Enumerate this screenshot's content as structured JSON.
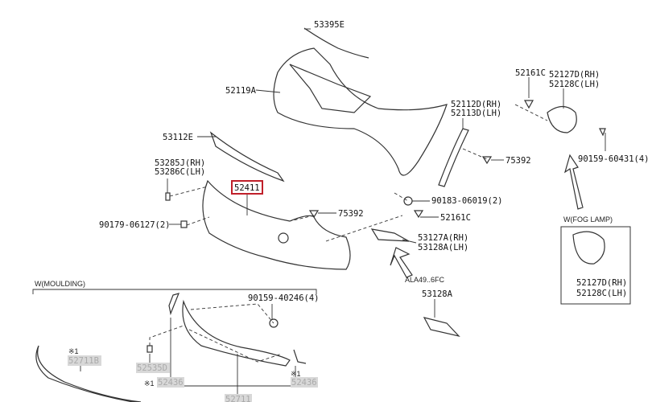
{
  "labels": {
    "p53395E": "53395E",
    "p52119A": "52119A",
    "p53112E": "53112E",
    "p53285J": "53285J(RH)",
    "p53286C": "53286C(LH)",
    "p52411": "52411",
    "p90179": "90179-06127(2)",
    "p75392a": "75392",
    "p52112D": "52112D(RH)",
    "p52113D": "52113D(LH)",
    "p75392b": "75392",
    "p90183": "90183-06019(2)",
    "p52161Ca": "52161C",
    "p53127A": "53127A(RH)",
    "p53128A_lh": "53128A(LH)",
    "pALA": "ALA49..6FC",
    "p53128A": "53128A",
    "p52161Cb": "52161C",
    "p52127D_a": "52127D(RH)",
    "p52128C_a": "52128C(LH)",
    "p90159_60431": "90159-60431(4)",
    "fog_caption": "W(FOG LAMP)",
    "p52127D_b": "52127D(RH)",
    "p52128C_b": "52128C(LH)",
    "moulding_caption": "W(MOULDING)",
    "p90159_40246": "90159-40246(4)",
    "note1": "※1",
    "p52711B": "52711B",
    "p52535D": "52535D",
    "note2": "※1",
    "p52436a": "52436",
    "note3": "※1",
    "p52436b": "52436",
    "p52711": "52711"
  },
  "colors": {
    "highlight": "#c0202a",
    "ref_box": "#d8d8d8"
  }
}
